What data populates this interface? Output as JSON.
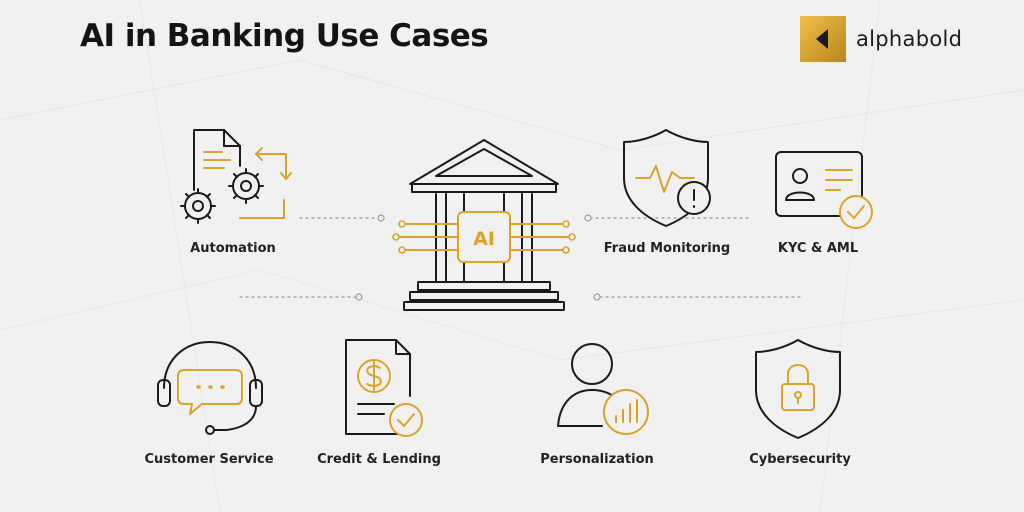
{
  "title": "AI in Banking Use Cases",
  "brand": {
    "name": "alphabold",
    "accent": "#d9a42a"
  },
  "colors": {
    "line": "#1a1a1a",
    "accent": "#d9a42a",
    "connector": "#9a9a9a"
  },
  "hub": {
    "icon": "bank-ai-icon",
    "text": "AI"
  },
  "use_cases": [
    {
      "id": "automation",
      "label": "Automation",
      "icon": "gears-document-icon"
    },
    {
      "id": "fraud",
      "label": "Fraud Monitoring",
      "icon": "shield-alert-icon"
    },
    {
      "id": "kyc",
      "label": "KYC & AML",
      "icon": "id-card-check-icon"
    },
    {
      "id": "service",
      "label": "Customer Service",
      "icon": "headset-icon"
    },
    {
      "id": "credit",
      "label": "Credit & Lending",
      "icon": "dollar-document-icon"
    },
    {
      "id": "personal",
      "label": "Personalization",
      "icon": "user-chart-icon"
    },
    {
      "id": "security",
      "label": "Cybersecurity",
      "icon": "shield-lock-icon"
    }
  ]
}
